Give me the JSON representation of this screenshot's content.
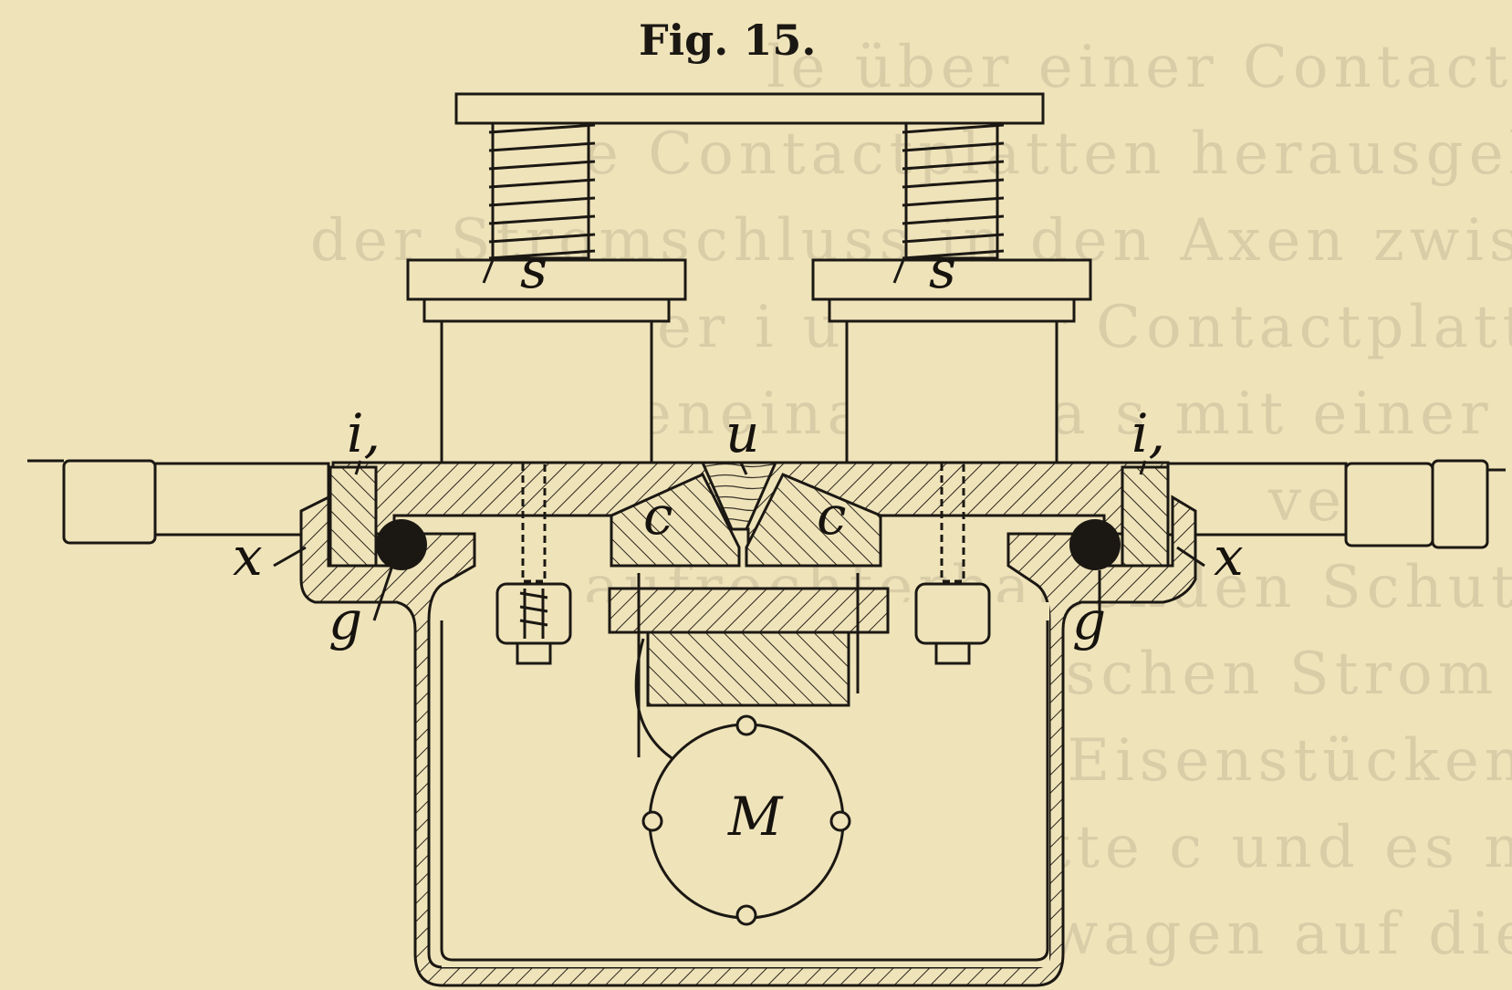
{
  "figure": {
    "title": "Fig. 15."
  },
  "labels": {
    "s_left": "s",
    "s_right": "s",
    "i_left": "i,",
    "i_right": "i,",
    "u": "u",
    "c_left": "c",
    "c_right": "c",
    "x_left": "x",
    "x_right": "x",
    "g_left": "g",
    "g_right": "g",
    "M": "M"
  },
  "colors": {
    "paper": "#efe3ba",
    "ink": "#1b1813",
    "bleed_through": "#d8cda7"
  }
}
